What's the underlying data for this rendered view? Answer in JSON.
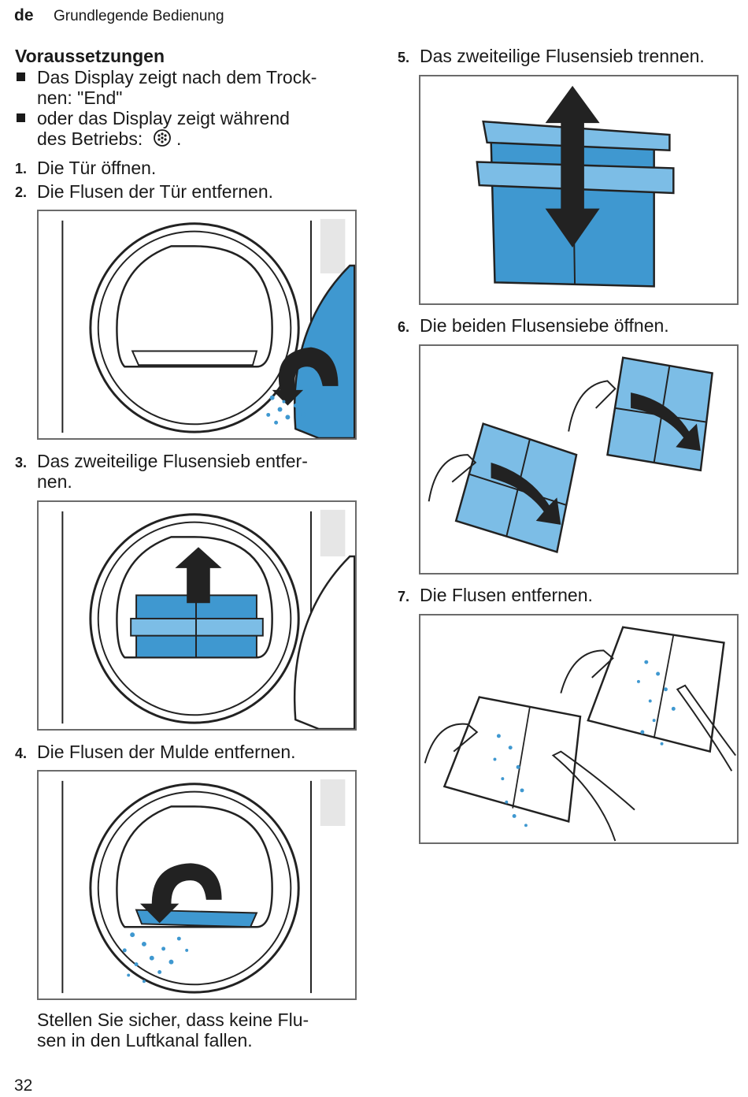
{
  "header": {
    "lang": "de",
    "title": "Grundlegende Bedienung"
  },
  "left": {
    "prereq_heading": "Voraussetzungen",
    "bullets": [
      {
        "line1": "Das Display zeigt nach dem Trock-",
        "line2": "nen:  \"End\""
      },
      {
        "line1": "oder das Display zeigt während",
        "line2": "des Betriebs:",
        "line2_after_icon": "."
      }
    ],
    "steps": [
      {
        "num": "1.",
        "text": "Die Tür öffnen."
      },
      {
        "num": "2.",
        "text": "Die Flusen der Tür entfernen."
      },
      {
        "num": "3.",
        "line1": "Das zweiteilige Flusensieb entfer-",
        "line2": "nen."
      },
      {
        "num": "4.",
        "text": "Die Flusen der Mulde entfernen."
      }
    ],
    "note": {
      "line1": "Stellen Sie sicher, dass keine Flu-",
      "line2": "sen in den Luftkanal fallen."
    }
  },
  "right": {
    "steps": [
      {
        "num": "5.",
        "text": "Das zweiteilige Flusensieb trennen."
      },
      {
        "num": "6.",
        "text": "Die beiden Flusensiebe öffnen."
      },
      {
        "num": "7.",
        "text": "Die Flusen entfernen."
      }
    ]
  },
  "page_number": "32",
  "icons": [
    "bullet-square",
    "lint-filter-symbol-icon"
  ],
  "colors": {
    "blue": "#3f98d0",
    "light_blue": "#7cbde6",
    "text": "#1a1a1a",
    "frame": "#6b6b6b"
  }
}
